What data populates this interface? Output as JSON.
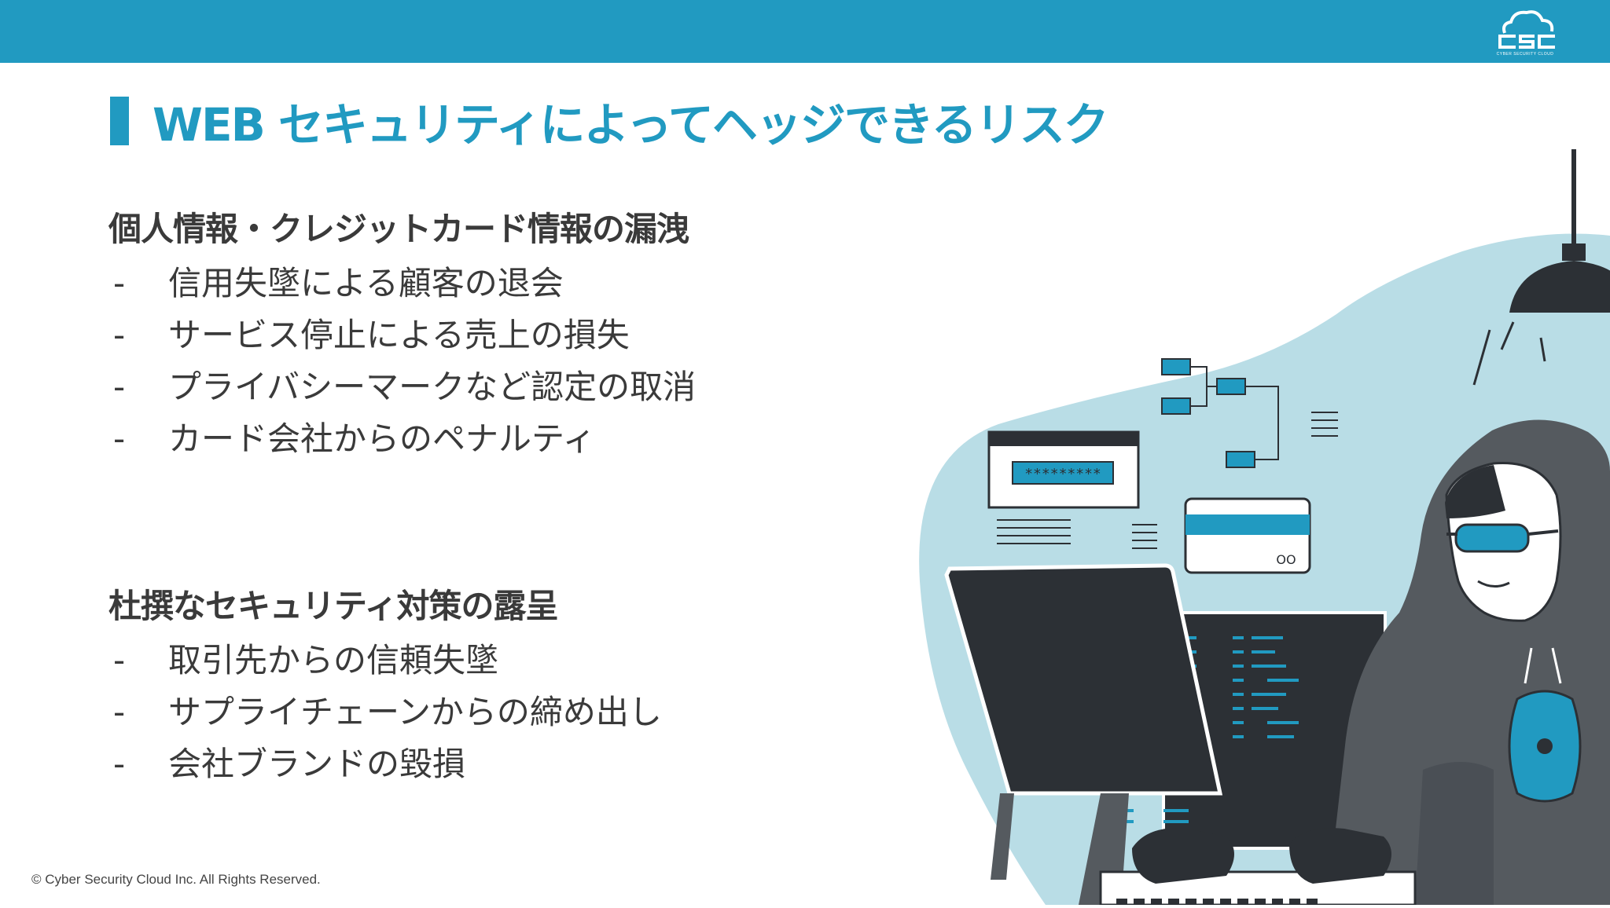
{
  "header": {
    "logo_text": "CSC",
    "logo_subtext": "CYBER SECURITY CLOUD"
  },
  "title": "WEB セキュリティによってヘッジできるリスク",
  "sections": [
    {
      "heading": "個人情報・クレジットカード情報の漏洩",
      "items": [
        {
          "dash": "-",
          "text": "信用失墜による顧客の退会"
        },
        {
          "dash": "-",
          "text": "サービス停止による売上の損失"
        },
        {
          "dash": "-",
          "text": "プライバシーマークなど認定の取消"
        },
        {
          "dash": "-",
          "text": "カード会社からのペナルティ"
        }
      ]
    },
    {
      "heading": "杜撰なセキュリティ対策の露呈",
      "items": [
        {
          "dash": "-",
          "text": "取引先からの信頼失墜"
        },
        {
          "dash": "-",
          "text": "サプライチェーンからの締め出し"
        },
        {
          "dash": "-",
          "text": "会社ブランドの毀損"
        }
      ]
    }
  ],
  "illustration": {
    "password_mask": "*********",
    "card_label": "OO"
  },
  "footer": "© Cyber Security Cloud Inc. All Rights Reserved.",
  "colors": {
    "accent": "#219ac1",
    "text": "#3a3a3a",
    "blob": "#b9dde6",
    "dark": "#2c3035"
  }
}
